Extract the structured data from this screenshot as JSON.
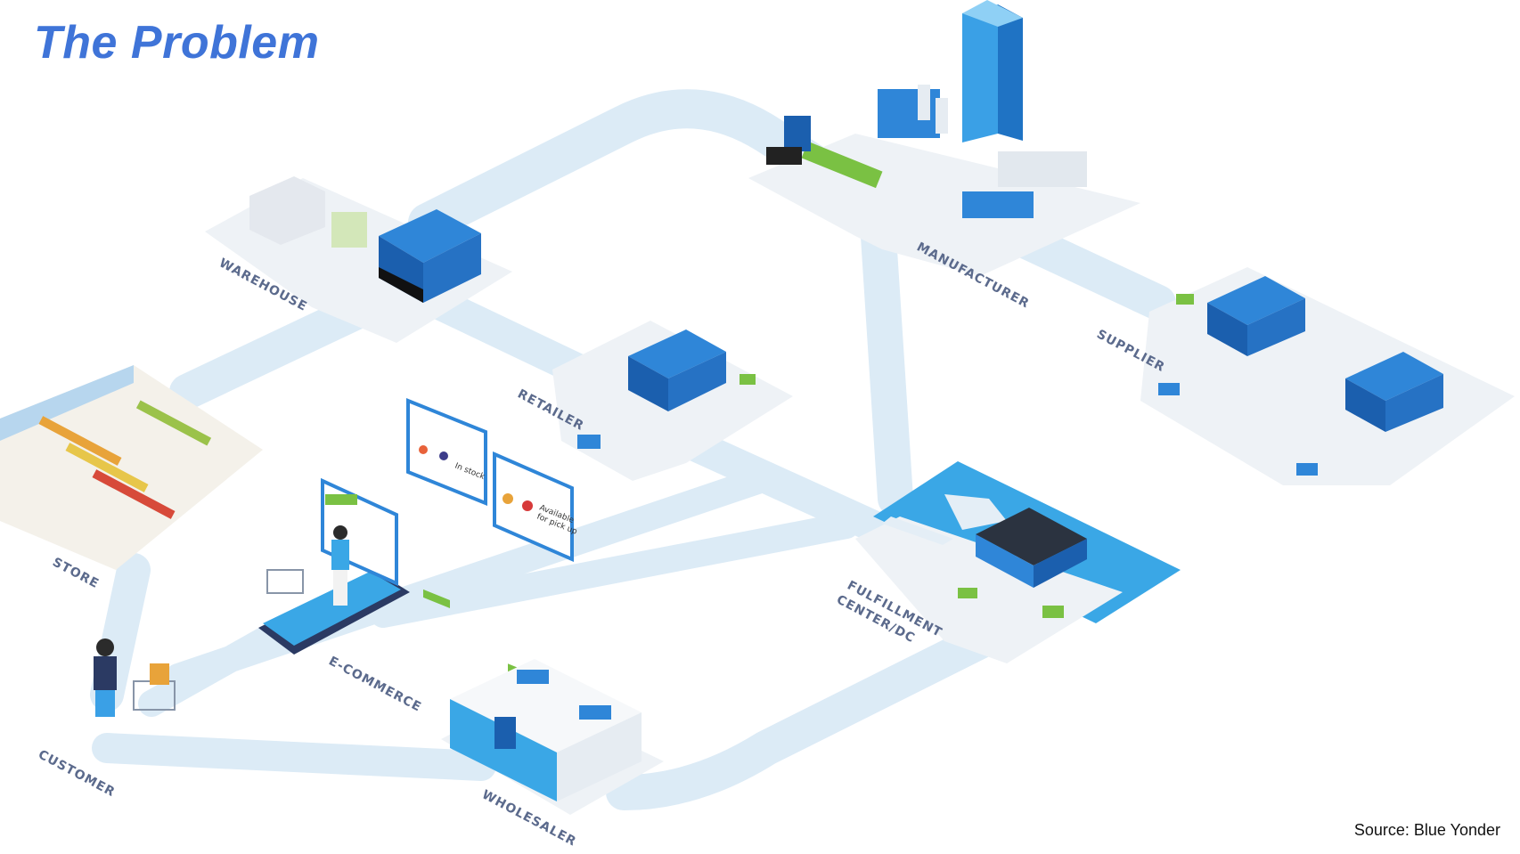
{
  "title": "The Problem",
  "source": "Source: Blue Yonder",
  "colors": {
    "title": "#3f74d8",
    "path": "#dcebf6",
    "platform": "#eef2f6",
    "building": "#2f86d8",
    "building_dark": "#1b5fae",
    "accent_green": "#7ac143",
    "water": "#3aa7e6"
  },
  "nodes": {
    "warehouse": "WAREHOUSE",
    "manufacturer": "MANUFACTURER",
    "supplier": "SUPPLIER",
    "retailer": "RETAILER",
    "store": "STORE",
    "ecommerce": "E-COMMERCE",
    "fulfillment_line1": "FULFILLMENT",
    "fulfillment_line2": "CENTER/DC",
    "customer": "CUSTOMER",
    "wholesaler": "WHOLESALER"
  },
  "bubbles": {
    "in_stock": "In stock",
    "pickup_line1": "Available",
    "pickup_line2": "for pick up"
  }
}
